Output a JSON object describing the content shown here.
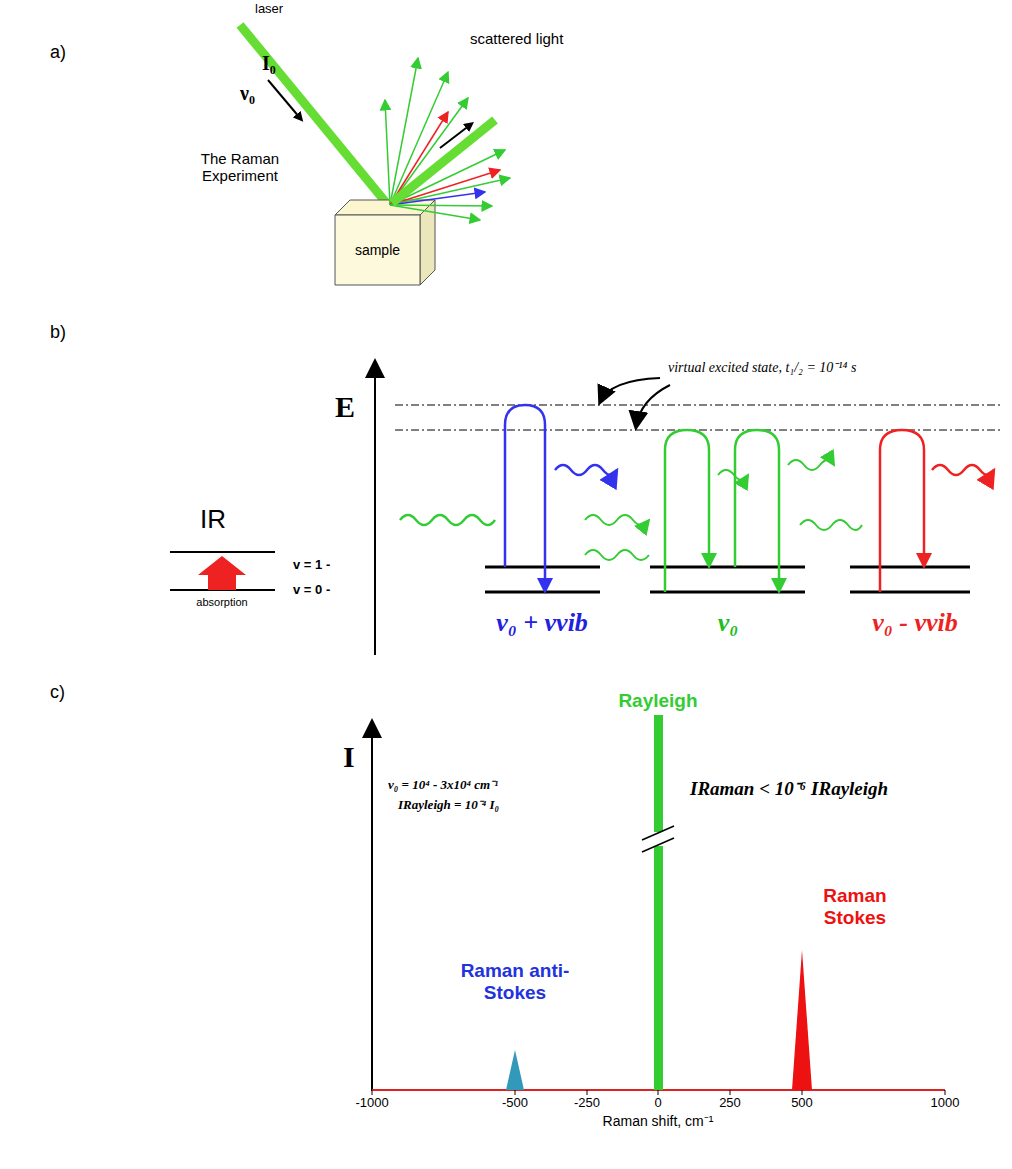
{
  "diagram": {
    "nodes": [
      {
        "text": [
          "sample"
        ]
      }
    ],
    "labels": [
      "a)",
      "laser",
      "I₀",
      "ν₀",
      "scattered light",
      "The Raman Experiment",
      "b)",
      "E",
      "virtual excited state, t₁/₂ = 10⁻¹⁴ s",
      "IR",
      "absorption",
      "v = 1 -",
      "v = 0 -",
      "ν₀ + νvib",
      "ν₀",
      "ν₀ - νvib",
      "c)",
      "I",
      "Rayleigh",
      "ν₀ = 10⁴ - 3x10⁴ cm⁻¹",
      "IRayleigh = 10⁻⁴ I₀",
      "IRaman < 10⁻⁶ IRayleigh",
      "Raman anti-Stokes",
      "Raman Stokes",
      "-1000",
      "-500",
      "-250",
      "0",
      "250",
      "500",
      "1000",
      "Raman shift, cm⁻¹"
    ]
  }
}
